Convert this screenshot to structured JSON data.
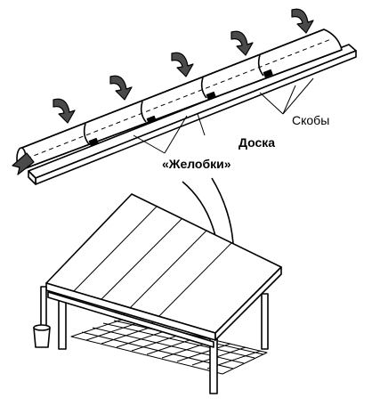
{
  "labels": {
    "brackets": "Скобы",
    "board": "Доска",
    "gutters": "«Желобки»"
  },
  "colors": {
    "ink": "#000000",
    "arrow_fill": "#4a4a4a",
    "paper": "#ffffff"
  }
}
